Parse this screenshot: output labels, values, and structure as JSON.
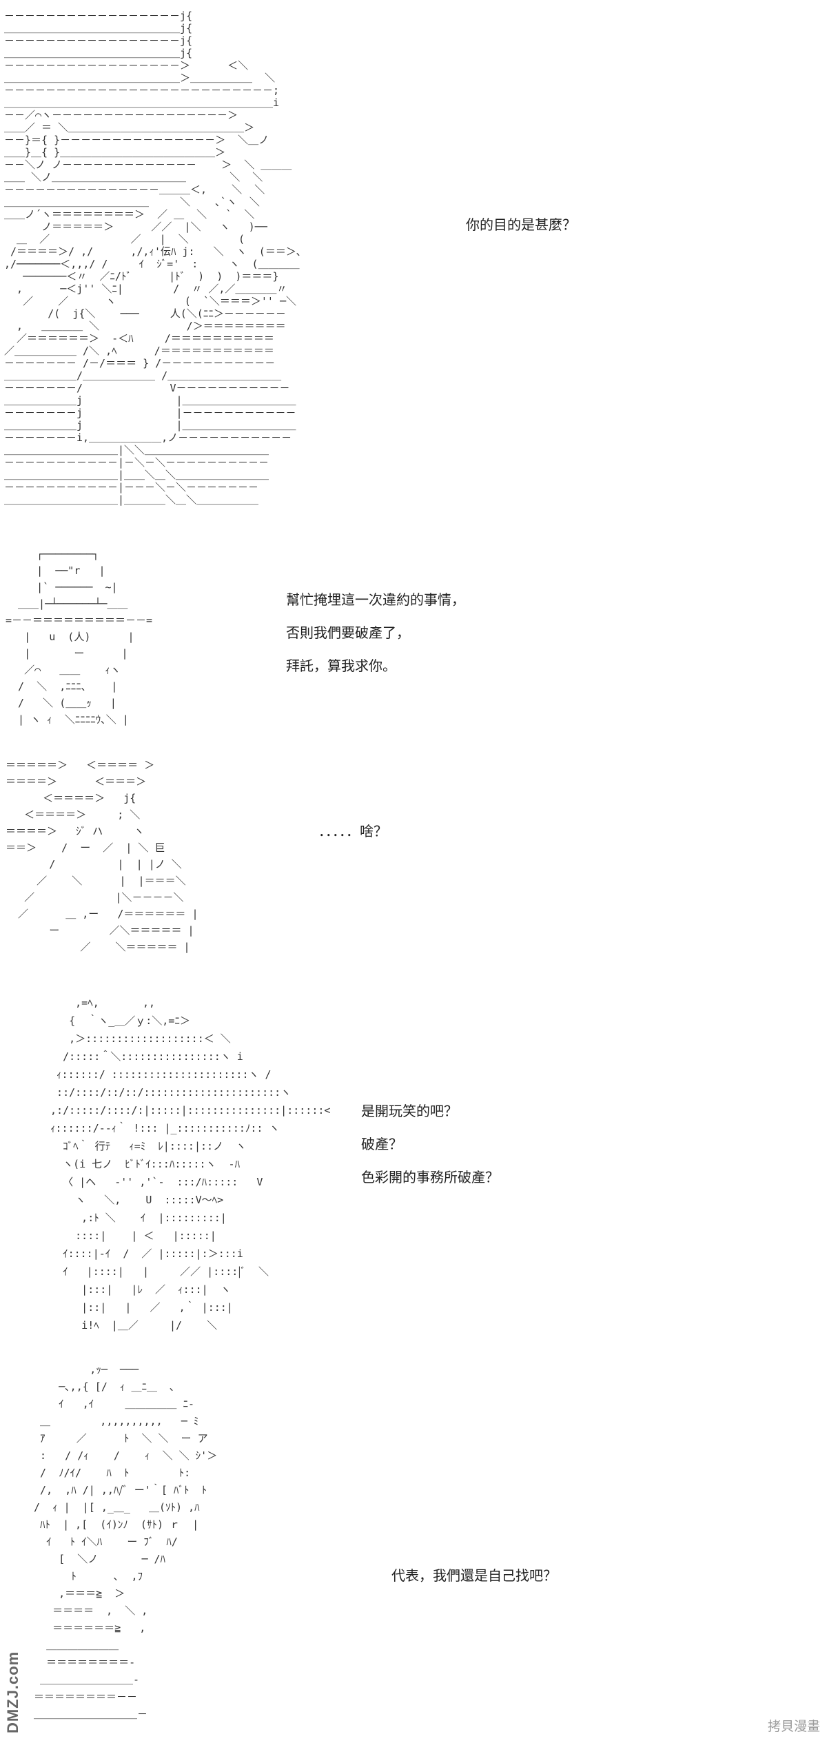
{
  "panels": [
    {
      "dialogue": [
        "你的目的是甚麼？"
      ],
      "art": [
        "－－－－－－－－－－－－－－－－－j{",
        "＿＿＿＿＿＿＿＿＿＿＿＿＿＿＿＿＿j{",
        "－－－－－－－－－－－－－－－－－j{",
        "＿＿＿＿＿＿＿＿＿＿＿＿＿＿＿＿＿j{",
        "－－－－－－－－－－－－－－－－－＞      ＜＼",
        "＿＿＿＿＿＿＿＿＿＿＿＿＿＿＿＿＿＞＿＿＿＿＿＿  ＼",
        "－－－－－－－－－－－－－－－－－－－－－－－－－－;",
        "＿＿＿＿＿＿＿＿＿＿＿＿＿＿＿＿＿＿＿＿＿＿＿＿＿＿i",
        "－－／⌒ヽ－－－－－－－－－－－－－－－－－＞",
        "＿＿／ ＝ ＼＿＿＿＿＿＿＿＿＿＿＿＿＿＿＿＿＿＞",
        "－－}＝{ }－－－－－－－－－－－－－－－＞  ＼＿ノ",
        "＿＿}＿{ }＿＿＿＿＿＿＿＿＿＿＿＿＿＿＿＞",
        "－－＼ノ ノ－－－－－－－－－－－－－    ＞  ＼ ＿＿＿",
        "＿＿ ＼ノ＿＿＿＿＿＿＿＿＿＿＿＿＿       ＼  ＼",
        "－－－－－－－－－－－－－－－＿＿＿＜,    ＼  ＼",
        "＿＿＿＿＿＿＿＿＿＿＿＿＿＿     ＼    ､`ヽ  ＼",
        "＿＿ノ´ヽ＝＝＝＝＝＝＝＝＞  ／ ＿  ＼   `  ＼",
        "      ノ＝＝＝＝＝＞      ／／  |＼   ヽ   )──",
        "  ＿  ／             ／   |  ＼        (",
        " /＝＝＝＝＞/ ,/      ,/,ｨ'伝ﾊ j:   ＼  ヽ  (＝＝＞､",
        ",/───────＜,,,/ /     ｲ  ｼﾞ='  :     ヽ  (＿＿＿＿",
        "   ───────＜〃  ／ﾆ/ﾄﾞ      |ﾄﾞ  )  )  )＝＝＝}",
        "  ,      ─＜j'' ＼ﾆ|        /  〃 ／,／＿＿＿＿〃",
        "   ／    ／      ヽ           (  `＼＝＝＝＞'' ─＼",
        "       /(  j{＼    ───     人(＼(ﾆﾆ＞－－－－－－",
        "  ,   ＿＿＿＿ ＼              /＞＝＝＝＝＝＝＝＝",
        "  ／＝＝＝＝＝＝＞  -＜ﾊ     /＝＝＝＝＝＝＝＝＝＝",
        "／＿＿＿＿＿＿ /＼ ,ﾍ      /＝＝＝＝＝＝＝＝＝＝＝",
        "－－－－－－－ /－/＝＝＝ } /－－－－－－－－－－－",
        "＿＿＿＿＿＿＿/＿＿＿＿＿＿＿ /＿＿＿＿＿＿＿＿＿＿＿",
        "－－－－－－－/              V－－－－－－－－－－－",
        "＿＿＿＿＿＿＿j               |＿＿＿＿＿＿＿＿＿＿＿",
        "－－－－－－－j               |－－－－－－－－－－－",
        "＿＿＿＿＿＿＿j               |＿＿＿＿＿＿＿＿＿＿＿",
        "－－－－－－－i,＿＿＿＿＿＿＿,ノ－－－－－－－－－－－",
        "＿＿＿＿＿＿＿＿＿＿＿|＼＼＿＿＿＿＿＿＿＿＿＿＿＿",
        "－－－－－－－－－－－|－＼－＼－－－－－－－－－－",
        "＿＿＿＿＿＿＿＿＿＿＿|＿＿＼＿＼＿＿＿＿＿＿＿＿＿",
        "－－－－－－－－－－－|－－－＼－＼－－－－－－－",
        "＿＿＿＿＿＿＿＿＿＿＿|＿＿＿＿＼＿＼＿＿＿＿＿＿"
      ]
    },
    {
      "dialogue": [
        "幫忙掩埋這一次違約的事情，",
        "否則我們要破產了，",
        "拜託，算我求你。"
      ],
      "art": [
        "     ┌────────┐",
        "     |  ──\"r   |",
        "     |` ──────  ~|",
        "  ＿＿|─┴──────┴─＿＿",
        "=－－＝＝＝＝＝＝＝＝＝－－=",
        "   |   u  (人)      |",
        "   |       ー      |",
        "   ／⌒   ＿＿    ｨヽ",
        "  /  ＼  ,ﾆﾆﾆ､    |",
        "  /   ＼ (＿＿ｯ   |",
        "  | ヽ ｨ  ＼ﾆﾆﾆﾆｳ､＼ |"
      ]
    },
    {
      "dialogue": [
        "．．．．．啥？"
      ],
      "art": [
        "＝＝＝＝＝＞   ＜＝＝＝＝ ＞",
        "＝＝＝＝＞      ＜＝＝＝＞",
        "      ＜＝＝＝＝＞   j{",
        "   ＜＝＝＝＝＞     ; ＼",
        "＝＝＝＝＞   ｼﾞ ハ     ヽ",
        "＝＝＞    /  ー  ／  | ＼ 巨",
        "       /          |  | |ノ ＼",
        "     ／    ＼      |  |＝＝＝＼",
        "   ／             |＼－－－－＼",
        "  ／      ＿ ,ー   /＝＝＝＝＝＝ |",
        "       ー        ／＼＝＝＝＝＝ |",
        "            ／    ＼＝＝＝＝＝ |"
      ]
    },
    {
      "dialogue": [
        "是開玩笑的吧？",
        "破產？",
        "色彩開的事務所破產？"
      ],
      "art": [
        "     ,=ﾍ,       ,,",
        "    {  ｀ヽ_＿／ｙ:＼,=ﾆ＞",
        "    ,＞:::::::::::::::::::＜ ＼",
        "   /:::::＾＼::::::::::::::::ヽ i",
        "  ｨ::::::/ ::::::::::::::::::::::ヽ /",
        "  ::/::::/::/::/::::::::::::::::::::::ヽ",
        " ,:/:::::/::::/:|:::::|:::::::::::::::|::::::<",
        " ｨ::::::/--ｨ｀ !::: |_:::::::::::ﾉ:: ヽ",
        "   ｺﾞﾍ｀ 行ﾃ   ｨ=ﾐ  ﾚ|::::|::ノ  ヽ",
        "   ヽ(i 七ノ  ﾋﾞﾄﾞｲ:::ﾊ:::::ヽ  ‐ﾊ",
        "   〈 |ヘ   -'' ,'`-  :::/ﾊ:::::   V    ",
        "     ヽ   ＼,    U  :::::V〜ﾍ>",
        "      ,:ﾄ ＼    ｲ  |:::::::::|",
        "     ::::|    | ＜   |:::::|",
        "   ｲ::::|-ｲ  /  ／ |:::::|:＞:::i",
        "   ｲ   |::::|   |     ／／ |::::|ﾞ  ＼",
        "      |:::|   |ﾚ  ／  ｨ:::|  ヽ",
        "      |::|   |   ／   ,｀ |:::| ",
        "      i!ﾍ  |＿／     |/    ＼"
      ]
    },
    {
      "dialogue": [
        "代表，我們還是自己找吧？"
      ],
      "art": [
        "          ,ｯ─  ───",
        "     ─､,,{ [/  ｨ ＿ﾆ＿  ､",
        "     ｲ   ,ｲ     ＿＿＿＿＿ ﾆ-",
        "  ＿        ,,,,,,,,,,   ─ ﾐ",
        "  ｱ     ／      ﾄ  ＼ ＼  ー ア",
        "  :   / /ｨ    /    ｨ  ＼ ＼ ｼ'＞",
        "  /  ﾉ/ｲ/    ﾊ  ﾄ        ﾄ:",
        "  /,  ,ﾊ /| ,,ﾊ/ﾞ ー'｀[ ﾊﾞﾄ  ﾄ",
        " /  ｨ |  |[ ,_＿_   ＿(ｿﾄ) ,ﾊ ",
        "  ﾊﾄ  | ,[  (ｲ)ﾝﾉ  (ｻﾄ) ｒ  |",
        "   ｲ   ﾄ ｲ＼ﾊ    ー ﾌﾞ  ﾊ/",
        "     [  ＼ノ       ─ /ﾊ",
        "       ﾄ      ､  ,ﾌ",
        "     ,＝＝＝≧  ＞",
        "    ＝＝＝＝  ,  ＼ ,",
        "    ＝＝＝＝＝＝≧   ,",
        "   ＿＿＿＿＿＿＿",
        "   ＝＝＝＝＝＝＝＝-",
        "  ＿＿＿＿＿＿＿＿＿-",
        " ＝＝＝＝＝＝＝＝－－",
        " ＿＿＿＿＿＿＿＿＿＿－"
      ]
    }
  ],
  "watermarks": {
    "left_logo": "DMZJ.com",
    "bottom_right": "拷貝漫畫"
  }
}
